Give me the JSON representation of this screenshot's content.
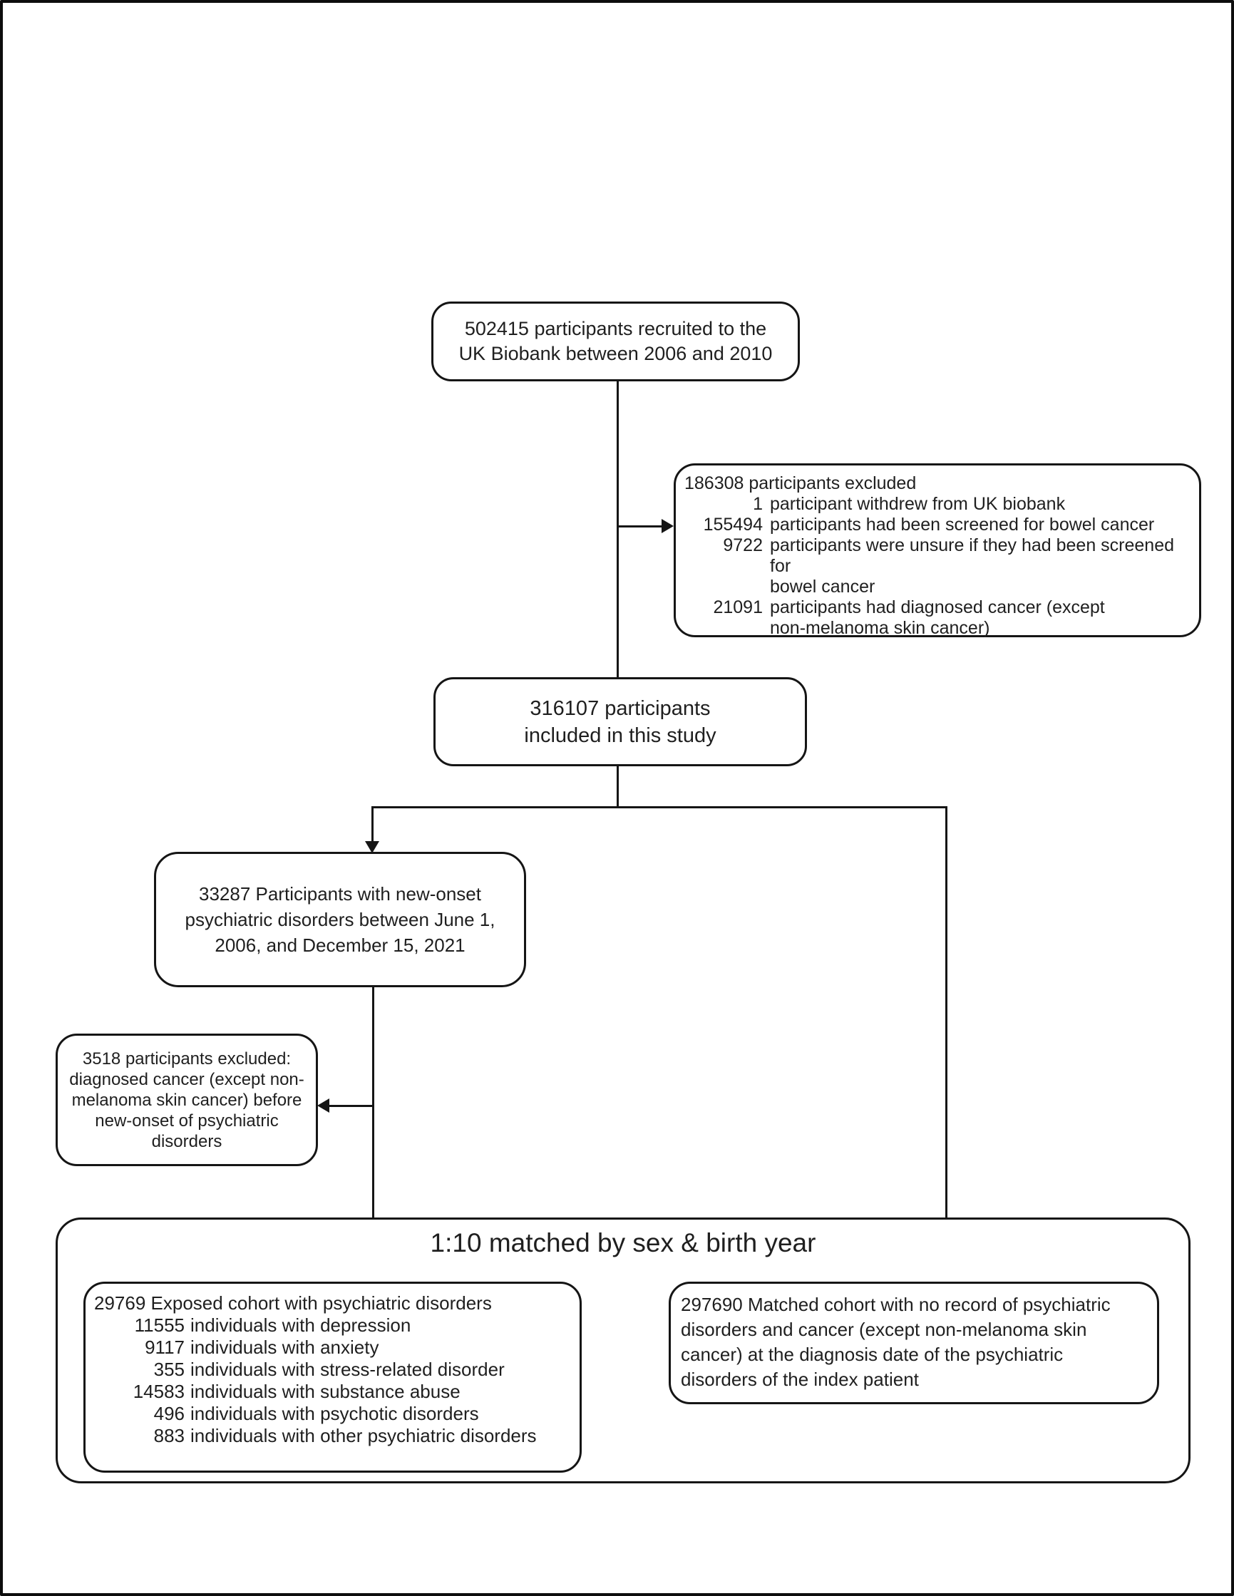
{
  "figure": {
    "background": "#ffffff",
    "line_color": "#151515",
    "text_color": "#1f1f1f",
    "boxes": {
      "recruited": {
        "text": "502415  participants recruited to the\nUK Biobank between 2006 and 2010"
      },
      "excluded1": {
        "header": "186308 participants excluded",
        "items": [
          {
            "n": "1",
            "text": "participant withdrew from UK biobank"
          },
          {
            "n": "155494",
            "text": "participants had been screened for bowel cancer"
          },
          {
            "n": "9722",
            "text": "participants were unsure if they had been screened for\nbowel cancer"
          },
          {
            "n": "21091",
            "text": "participants had diagnosed cancer (except\nnon-melanoma skin cancer)"
          }
        ]
      },
      "included": {
        "text": "316107 participants\nincluded in this study"
      },
      "new_onset": {
        "text": "33287  Participants with new-onset\npsychiatric disorders between June 1,\n2006, and December 15, 2021"
      },
      "excluded2": {
        "text": "3518 participants excluded:\ndiagnosed cancer (except non-\nmelanoma skin cancer) before\nnew-onset of psychiatric\ndisorders"
      },
      "matched_group": {
        "title": "1:10 matched by sex & birth year"
      },
      "exposed": {
        "header": "29769 Exposed cohort with psychiatric disorders",
        "items": [
          {
            "n": "11555",
            "text": "individuals with depression"
          },
          {
            "n": "9117",
            "text": "individuals with anxiety"
          },
          {
            "n": "355",
            "text": "individuals with stress-related disorder"
          },
          {
            "n": "14583",
            "text": "individuals with substance abuse"
          },
          {
            "n": "496",
            "text": "individuals with psychotic disorders"
          },
          {
            "n": "883",
            "text": "individuals with other psychiatric disorders"
          }
        ]
      },
      "matched": {
        "text": "297690 Matched cohort with no record of psychiatric\ndisorders  and cancer (except non-melanoma skin\ncancer) at the diagnosis date of the psychiatric\ndisorders of the index patient"
      }
    }
  }
}
